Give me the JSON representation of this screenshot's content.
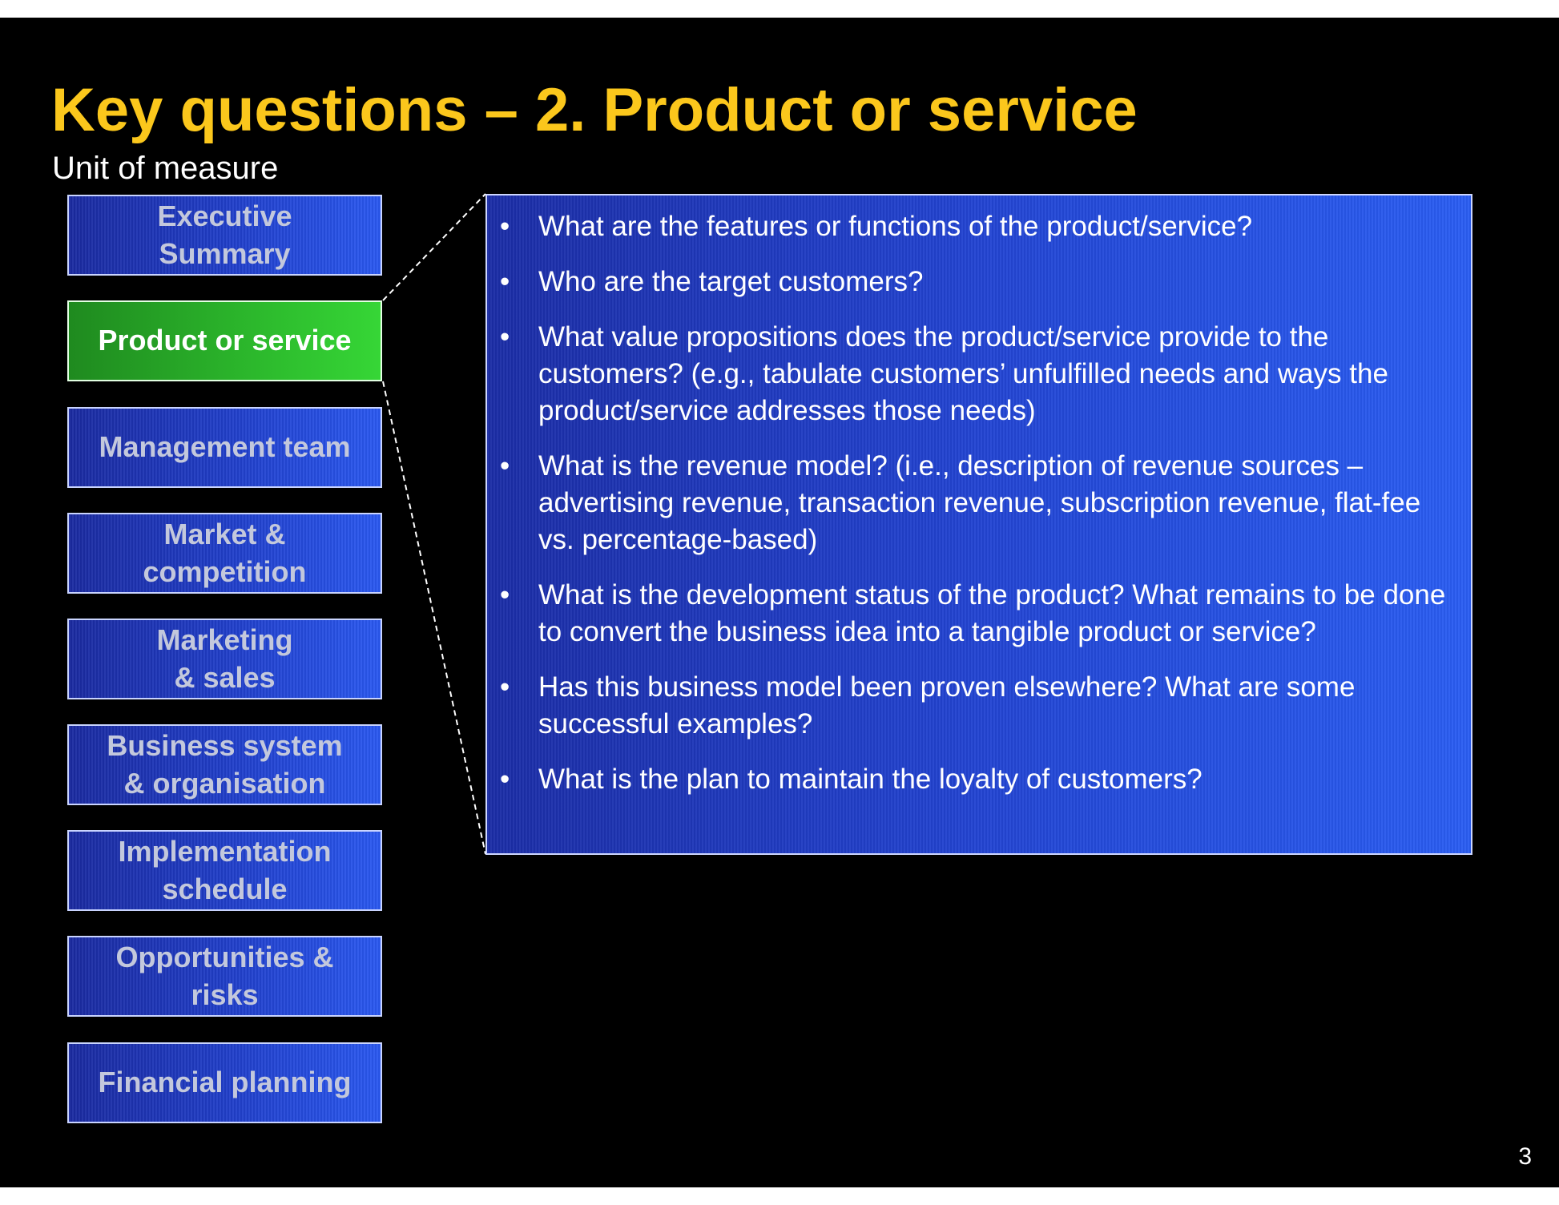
{
  "slide": {
    "title": "Key questions – 2.  Product or service",
    "subtitle": "Unit of measure",
    "page_number": "3"
  },
  "nav": {
    "items": [
      {
        "label": "Executive\nSummary",
        "active": false
      },
      {
        "label": "Product or service",
        "active": true
      },
      {
        "label": "Management team",
        "active": false
      },
      {
        "label": "Market &\ncompetition",
        "active": false
      },
      {
        "label": "Marketing\n& sales",
        "active": false
      },
      {
        "label": "Business system\n& organisation",
        "active": false
      },
      {
        "label": "Implementation\nschedule",
        "active": false
      },
      {
        "label": "Opportunities &\nrisks",
        "active": false
      },
      {
        "label": "Financial planning",
        "active": false
      }
    ]
  },
  "questions": [
    "What are the features or functions of the product/service?",
    "Who are the target customers?",
    "What value propositions does the product/service provide to the customers?  (e.g., tabulate customers’ unfulfilled needs and ways the product/service addresses those needs)",
    "What is the revenue model?  (i.e., description of revenue sources – advertising revenue, transaction revenue, subscription revenue, flat-fee vs. percentage-based)",
    "What is the development status of the product?  What remains to be done to convert the business idea into a tangible product or service?",
    "Has this business model been proven elsewhere?  What are some successful examples?",
    "What is the plan to maintain the loyalty of customers?"
  ],
  "colors": {
    "title": "#fbc71c",
    "active_nav": "#2bb52b",
    "nav_blue": "#2140cc",
    "background": "#000000"
  }
}
